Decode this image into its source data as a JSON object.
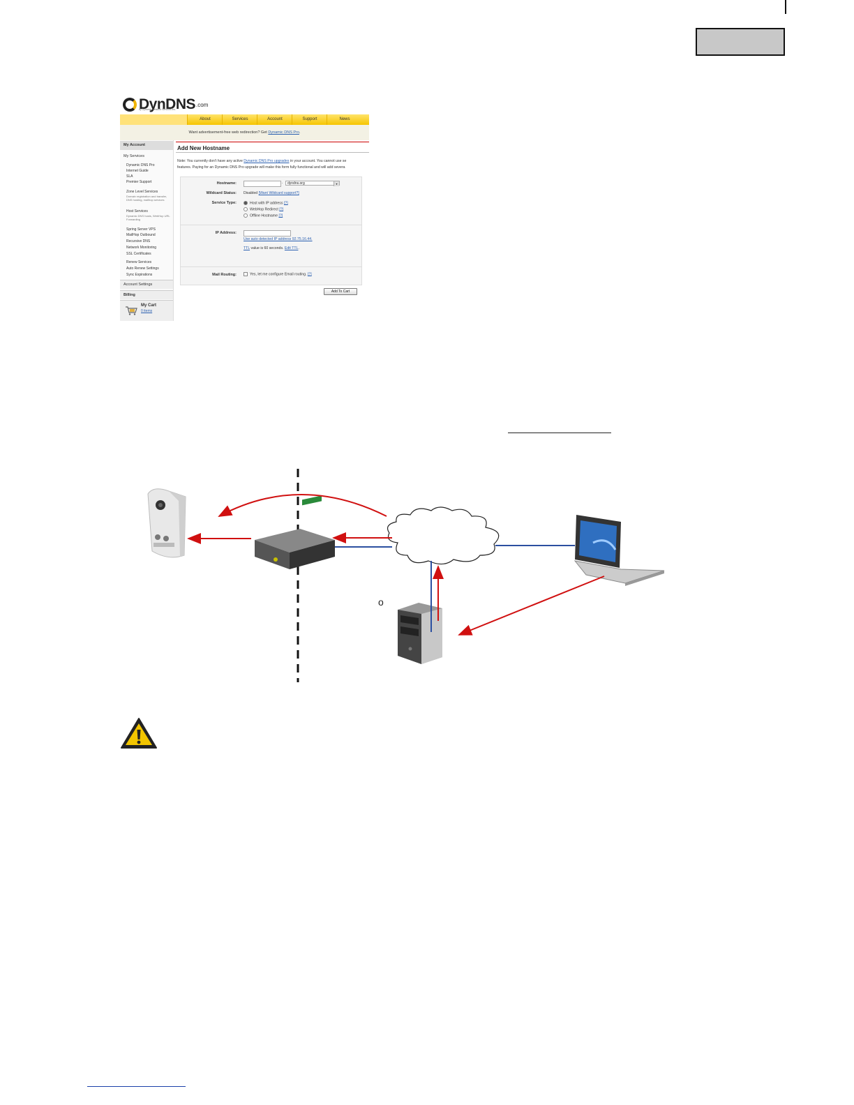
{
  "dyndns": {
    "logo": "DynDNS",
    "logo_suffix": ".com",
    "logo_tagline": "by Dynamic Network Services Inc.",
    "nav": [
      "About",
      "Services",
      "Account",
      "Support",
      "News"
    ],
    "promo_text": "Want advertisement-free web redirection? Get ",
    "promo_link": "Dynamic DNS Pro",
    "promo_end": ".",
    "sidebar": {
      "my_account": "My Account",
      "my_services": "My Services",
      "items_1": [
        "Dynamic DNS Pro",
        "Internet Guide",
        "SLA",
        "Premier Support"
      ],
      "zone_title": "Zone Level Services",
      "zone_note": "Domain registration and transfer, DNS hosting, mailhop services",
      "host_title": "Host Services",
      "host_note": "Dynamic DNS hosts, WebHop URL Forwarding",
      "items_2": [
        "Spring Server VPS",
        "MailHop Outbound",
        "Recursive DNS",
        "Network Monitoring",
        "SSL Certificates"
      ],
      "items_3": [
        "Renew Services",
        "Auto Renew Settings",
        "Sync Expirations"
      ],
      "account_settings": "Account Settings",
      "billing": "Billing",
      "cart_title": "My Cart",
      "cart_items": "0 items"
    },
    "title": "Add New Hostname",
    "note_line1_a": "Note: You currently don't have any active ",
    "note_line1_link": "Dynamic DNS Pro upgrades",
    "note_line1_b": " in your account. You cannot use se",
    "note_line2": "features. Paying for an Dynamic DNS Pro upgrade will make this form fully functional and will add severa",
    "form": {
      "hostname_label": "Hostname:",
      "hostname_value": "",
      "domain_value": "dyndns.org",
      "wildcard_label": "Wildcard Status:",
      "wildcard_value": "Disabled",
      "wildcard_link": "[Want Wildcard support?]",
      "service_label": "Service Type:",
      "service_options": [
        "Host with IP address",
        "WebHop Redirect",
        "Offline Hostname"
      ],
      "help": "[?]",
      "ip_label": "IP Address:",
      "ip_value": "",
      "ip_link": "Use auto detected IP address 92.75.16.44.",
      "ttl_link": "TTL",
      "ttl_text": " value is 60 seconds. ",
      "ttl_edit": "Edit TTL",
      "ttl_end": ".",
      "mail_label": "Mail Routing:",
      "mail_text": "Yes, let me configure Email routing.",
      "button": "Add To Cart"
    }
  },
  "diagram": {
    "server_label": "o"
  },
  "colors": {
    "arrow_red": "#d01010",
    "line_blue": "#2b4fa0"
  }
}
